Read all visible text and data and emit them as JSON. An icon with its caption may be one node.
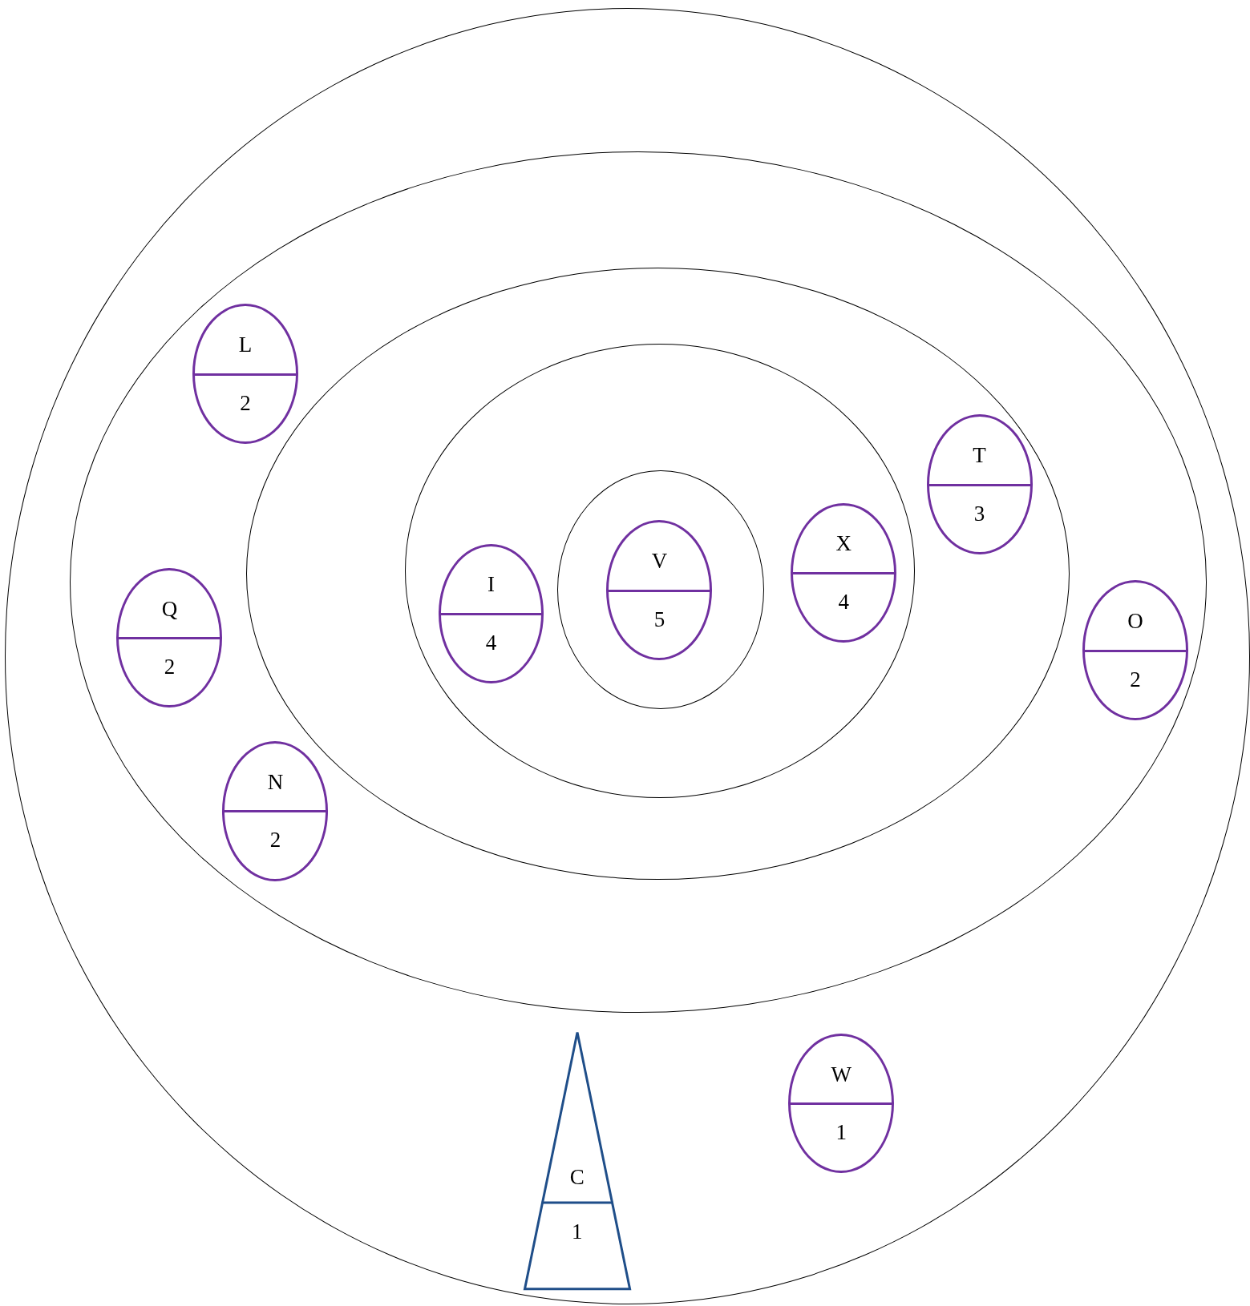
{
  "diagram": {
    "nodes": [
      {
        "text": [],
        "shape": "ellipse"
      },
      {
        "text": [],
        "shape": "ellipse",
        "in": 0
      },
      {
        "text": [
          "L",
          "2"
        ],
        "in": 1
      },
      {
        "text": [],
        "shape": "ellipse",
        "in": 1
      },
      {
        "text": [
          "T",
          "3"
        ],
        "in": 3
      },
      {
        "text": [],
        "shape": "ellipse",
        "in": 3
      },
      {
        "text": [
          "I",
          "4"
        ],
        "in": 5
      },
      {
        "text": [],
        "shape": "ellipse",
        "in": 5
      },
      {
        "text": [
          "V",
          "5"
        ],
        "in": 7
      },
      {
        "text": [
          "X",
          "4"
        ],
        "in": 5
      },
      {
        "text": [
          "Q",
          "2"
        ],
        "in": 1
      },
      {
        "text": [
          "N",
          "2"
        ],
        "in": 1
      },
      {
        "text": [
          "O",
          "2"
        ],
        "in": 1
      },
      {
        "text": [
          "C",
          "1"
        ],
        "in": 0
      },
      {
        "text": [
          "W",
          "1"
        ],
        "in": 0
      }
    ],
    "edges": []
  }
}
